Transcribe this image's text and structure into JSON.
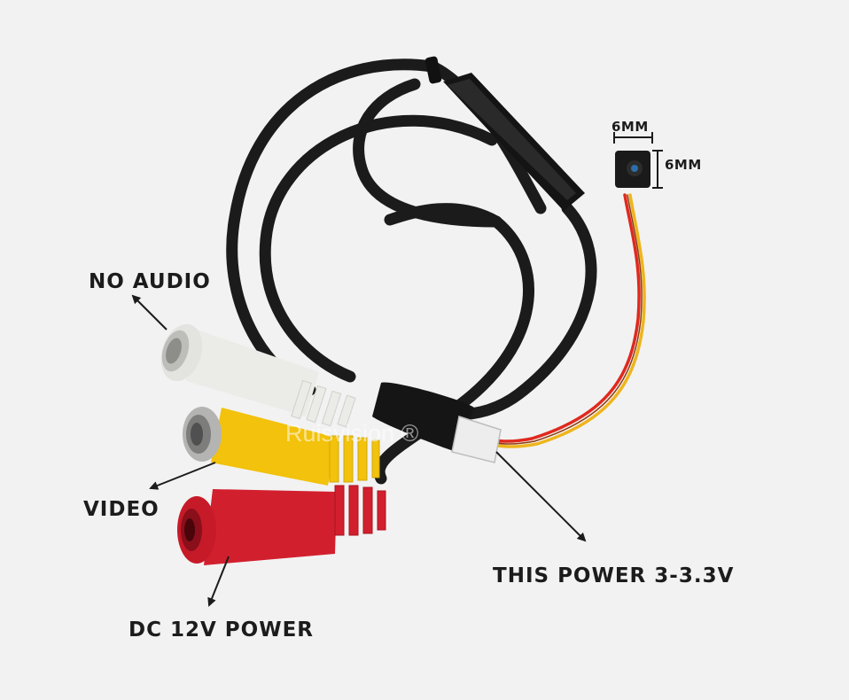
{
  "labels": {
    "no_audio": "NO AUDIO",
    "video": "VIDEO",
    "dc_power": "DC 12V POWER",
    "this_power": "THIS POWER 3-3.3V",
    "width_dim": "6MM",
    "height_dim": "6MM"
  },
  "watermark": "Ruisvision ®",
  "colors": {
    "background": "#f2f2f2",
    "cable": "#1b1b1b",
    "rca_white": "#ececea",
    "rca_yellow": "#f2c20c",
    "rca_red": "#d21f2e",
    "wire_red": "#e0291e",
    "wire_yellow": "#eeb51d",
    "text": "#1c1c1c"
  }
}
